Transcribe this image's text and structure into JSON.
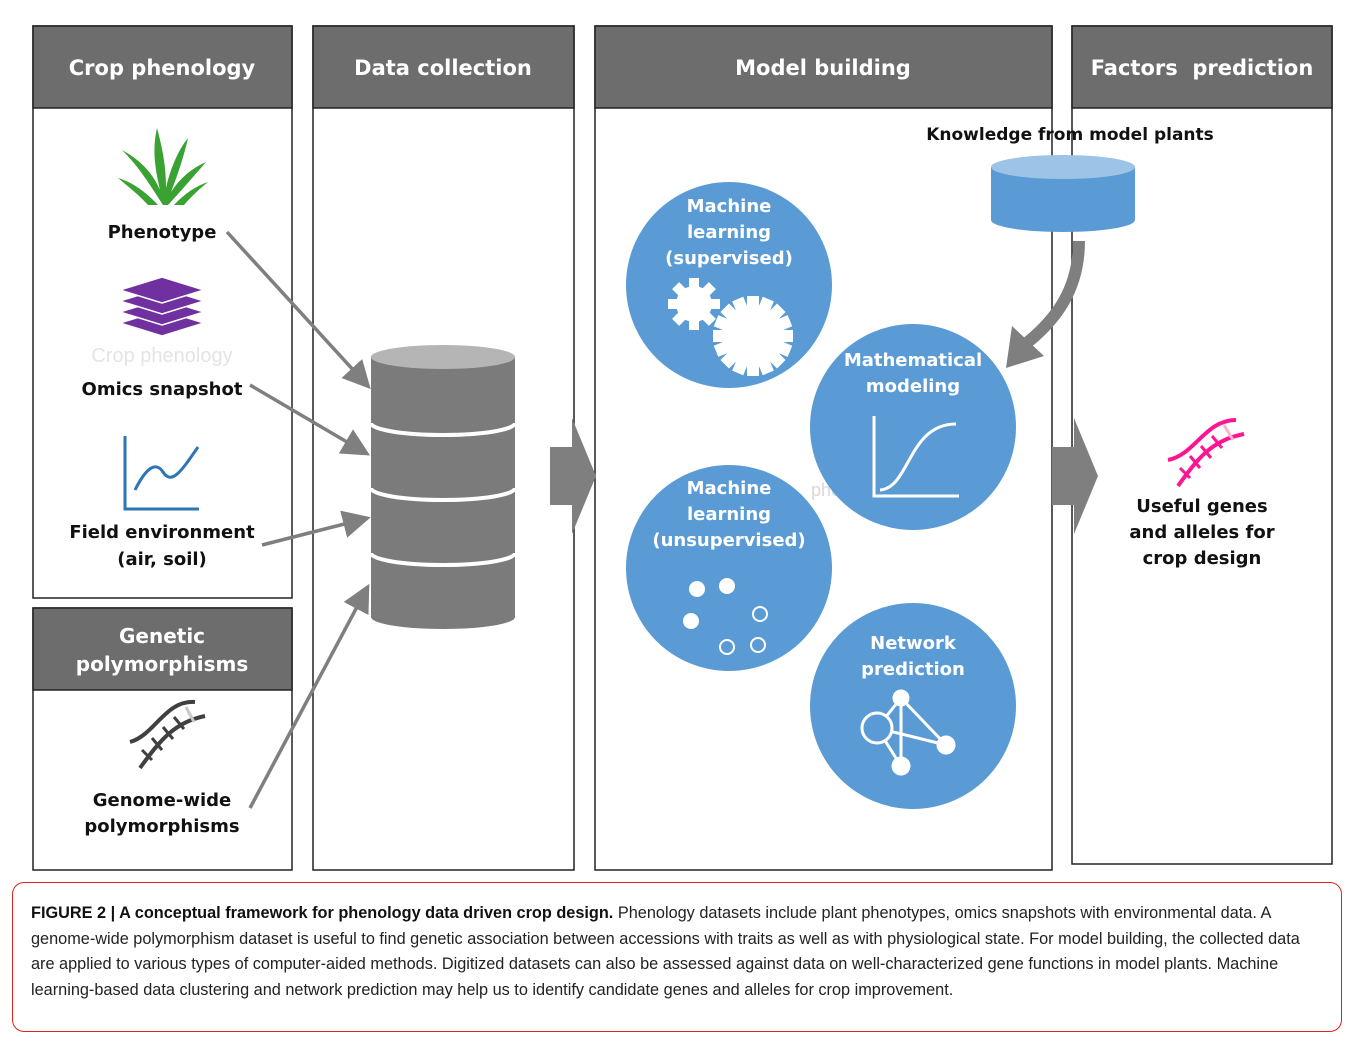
{
  "panels": {
    "crop_phenology": "Crop phenology",
    "data_collection": "Data collection",
    "model_building": "Model building",
    "factors_prediction": "Factors  prediction",
    "genetic_polymorphisms_1": "Genetic",
    "genetic_polymorphisms_2": "polymorphisms"
  },
  "inputs": {
    "phenotype": "Phenotype",
    "omics": "Omics snapshot",
    "field_1": "Field environment",
    "field_2": "(air, soil)",
    "genome_1": "Genome-wide",
    "genome_2": "polymorphisms"
  },
  "watermarks": {
    "crop_phenology": "Crop phenology",
    "phenology_fragment": "phe"
  },
  "knowledge": "Knowledge from model plants",
  "methods": {
    "ml_supervised_1": "Machine",
    "ml_supervised_2": "learning",
    "ml_supervised_3": "(supervised)",
    "math_1": "Mathematical",
    "math_2": "modeling",
    "ml_unsupervised_1": "Machine",
    "ml_unsupervised_2": "learning",
    "ml_unsupervised_3": "(unsupervised)",
    "network_1": "Network",
    "network_2": "prediction"
  },
  "output": {
    "line_1": "Useful genes",
    "line_2": "and alleles for",
    "line_3": "crop design"
  },
  "caption": {
    "label": "FIGURE 2 | A conceptual framework for phenology data driven crop design.",
    "text": " Phenology datasets include plant phenotypes, omics snapshots with environmental data. A genome-wide polymorphism dataset is useful to find genetic association between accessions with traits as well as with physiological state. For model building, the collected data are applied to various types of computer-aided methods. Digitized datasets can also be assessed against data on well-characterized gene functions in model plants. Machine learning-based data clustering and network prediction may help us to identify candidate genes and alleles for crop improvement."
  },
  "colors": {
    "header_fill": "#6d6d6d",
    "circle_fill": "#5b9bd5",
    "arrow": "#7f7f7f",
    "plant": "#3aa133",
    "omics": "#7030a0",
    "chart_icon": "#2e75b6",
    "dna_output": "#ff1493",
    "dna_input": "#404040",
    "caption_border": "#e2231a"
  },
  "icons": [
    "plant-icon",
    "omics-layers-icon",
    "line-chart-icon",
    "dna-icon",
    "database-cylinder-icon",
    "gears-icon",
    "sigmoid-curve-icon",
    "clusters-icon",
    "network-graph-icon"
  ]
}
